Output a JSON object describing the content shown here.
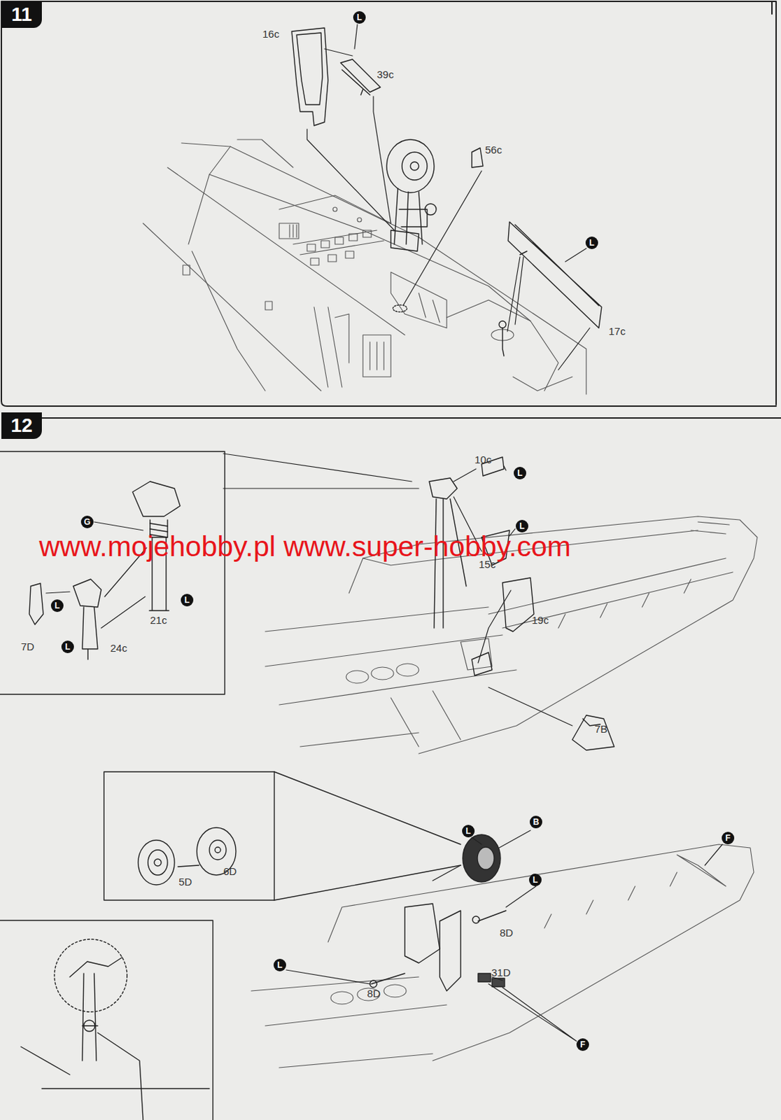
{
  "diagram": {
    "nodes": [
      {
        "text": [
          "11"
        ]
      },
      {
        "text": [
          "L"
        ]
      },
      {
        "text": [
          "L"
        ]
      },
      {
        "text": [
          "12"
        ]
      },
      {
        "text": [
          "G"
        ]
      },
      {
        "text": [
          "L"
        ]
      },
      {
        "text": [
          "L"
        ]
      },
      {
        "text": [
          "L"
        ]
      },
      {
        "text": [
          "L"
        ]
      },
      {
        "text": [
          "L"
        ]
      },
      {
        "text": [
          "L"
        ]
      },
      {
        "text": [
          "B"
        ]
      },
      {
        "text": [
          "F"
        ]
      },
      {
        "text": [
          "L"
        ]
      },
      {
        "text": [
          "L"
        ]
      },
      {
        "text": [
          "F"
        ]
      }
    ],
    "labels": [
      "16c",
      "39c",
      "56c",
      "17c",
      "10c",
      "15c",
      "www.mojehobby.pl www.super-hobby.com",
      "7D",
      "24c",
      "21c",
      "19c",
      "7B",
      "5D",
      "6D",
      "8D",
      "31D",
      "8D"
    ]
  }
}
